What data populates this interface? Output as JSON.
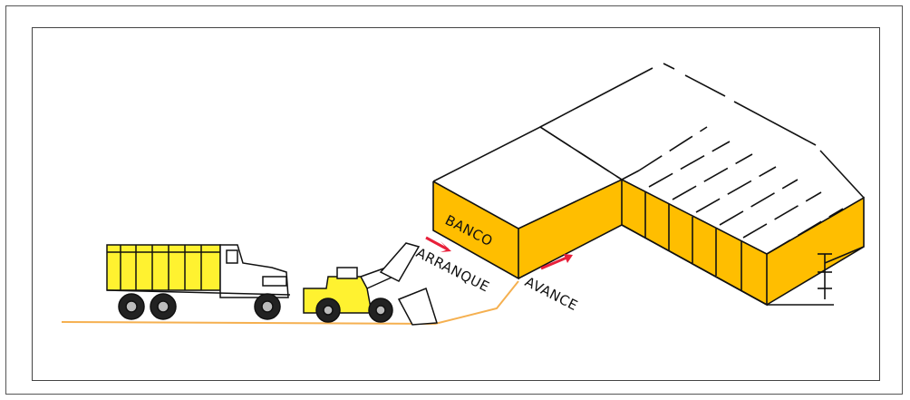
{
  "labels": {
    "banco": "BANCO",
    "arranque": "ARRANQUE",
    "avance": "AVANCE"
  },
  "colors": {
    "fill": "#FFBE00",
    "line": "#111111",
    "ground": "#F5B050",
    "arrow": "#E8203A",
    "truck_body": "#FFF230"
  },
  "objects": [
    "dump-truck",
    "wheel-loader",
    "rock-bench"
  ]
}
